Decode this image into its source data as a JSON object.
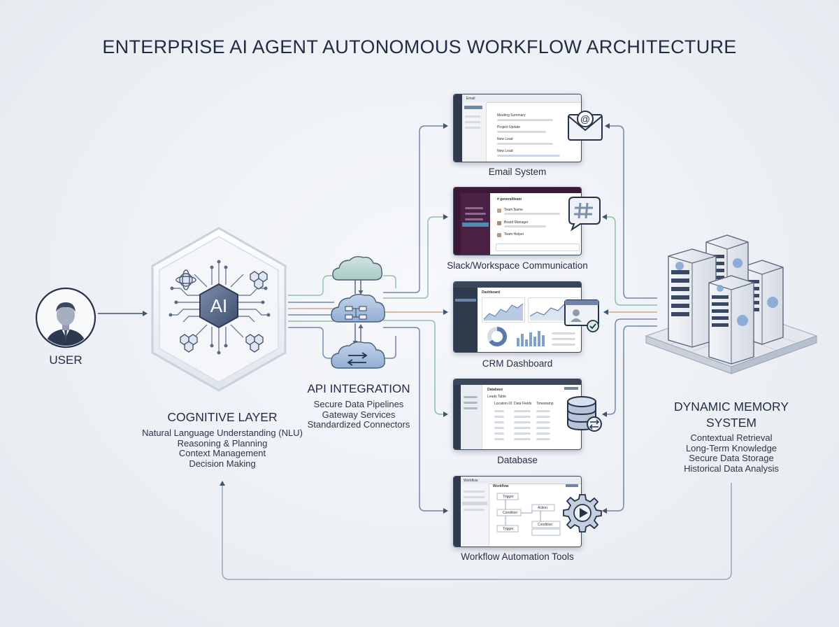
{
  "title": "ENTERPRISE AI AGENT AUTONOMOUS WORKFLOW ARCHITECTURE",
  "user": {
    "label": "USER"
  },
  "cognitive": {
    "icon_text": "AI",
    "title": "COGNITIVE LAYER",
    "items": [
      "Natural Language Understanding (NLU)",
      "Reasoning & Planning",
      "Context Management",
      "Decision Making"
    ]
  },
  "api": {
    "title": "API INTEGRATION",
    "items": [
      "Secure Data Pipelines",
      "Gateway Services",
      "Standardized Connectors"
    ]
  },
  "apps": {
    "email": {
      "label": "Email System",
      "window_title": "Email",
      "rows": [
        "Meeting Summary",
        "Project Update",
        "New Lead",
        "New Lead"
      ]
    },
    "slack": {
      "label": "Slack/Workspace Communication",
      "channel": "# general/team",
      "messages": [
        "Team Name",
        "Board Manager",
        "Team Helper"
      ]
    },
    "crm": {
      "label": "CRM Dashboard",
      "window_title": "Dashboard"
    },
    "database": {
      "label": "Database",
      "window_title": "Database",
      "table_title": "Leads Table",
      "columns": [
        "Location ID",
        "Data Fields",
        "Timestamp"
      ]
    },
    "workflow": {
      "label": "Workflow Automation Tools",
      "window_title": "Workflow",
      "canvas_title": "Workflow",
      "nodes": [
        "Trigger",
        "Condition",
        "Trigger",
        "Action",
        "Condition"
      ]
    }
  },
  "memory": {
    "title_line1": "DYNAMIC MEMORY",
    "title_line2": "SYSTEM",
    "items": [
      "Contextual Retrieval",
      "Long-Term Knowledge",
      "Secure Data Storage",
      "Historical Data Analysis"
    ]
  },
  "colors": {
    "link_blue": "#6f86aa",
    "link_teal": "#8fbfae",
    "link_tan": "#c9a98d",
    "navy": "#24324a",
    "slack_purple": "#4a2145"
  }
}
